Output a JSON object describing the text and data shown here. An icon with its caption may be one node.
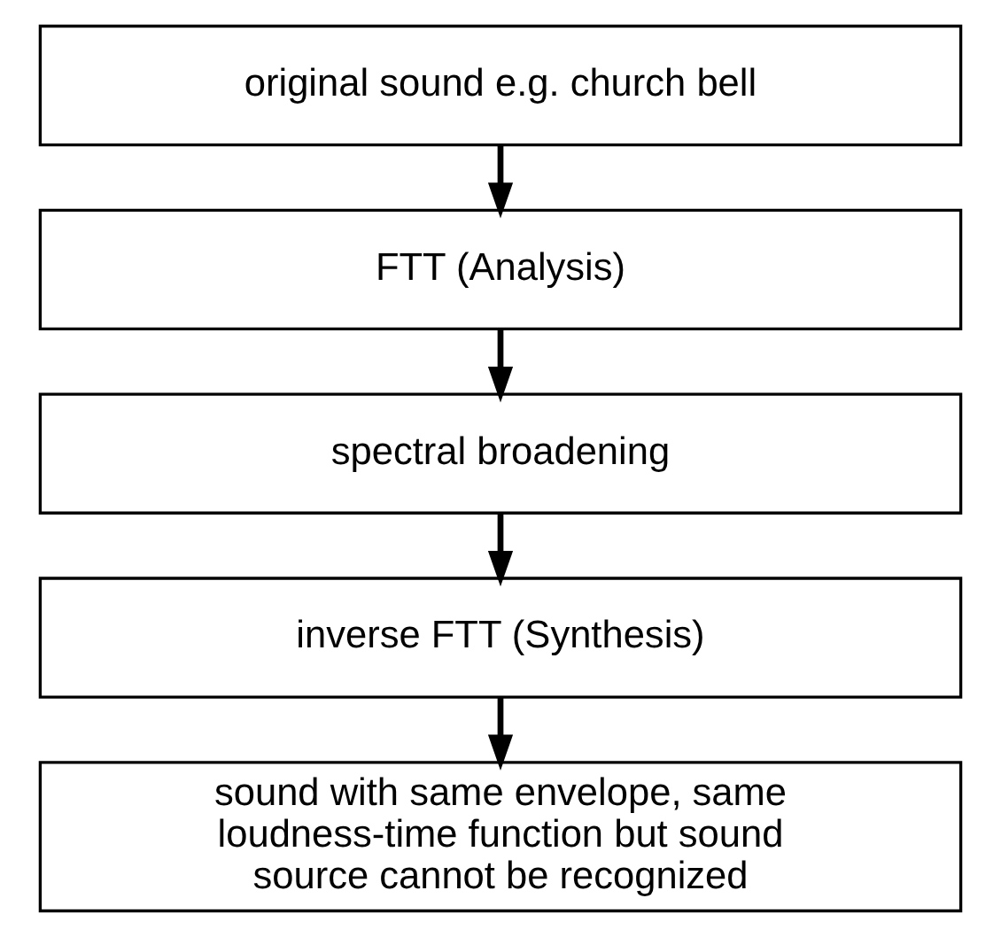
{
  "diagram": {
    "nodes": [
      {
        "text": [
          "original sound e.g. church bell"
        ]
      },
      {
        "text": [
          "FTT (Analysis)"
        ]
      },
      {
        "text": [
          "spectral broadening"
        ]
      },
      {
        "text": [
          "inverse FTT (Synthesis)"
        ]
      },
      {
        "text": [
          "sound with same envelope, same loudness-time function but sound source cannot be recognized"
        ]
      }
    ],
    "edges": [
      {
        "from": 0,
        "to": 1,
        "arrow": "to"
      },
      {
        "from": 1,
        "to": 2,
        "arrow": "to"
      },
      {
        "from": 2,
        "to": 3,
        "arrow": "to"
      },
      {
        "from": 3,
        "to": 4,
        "arrow": "to"
      }
    ]
  }
}
